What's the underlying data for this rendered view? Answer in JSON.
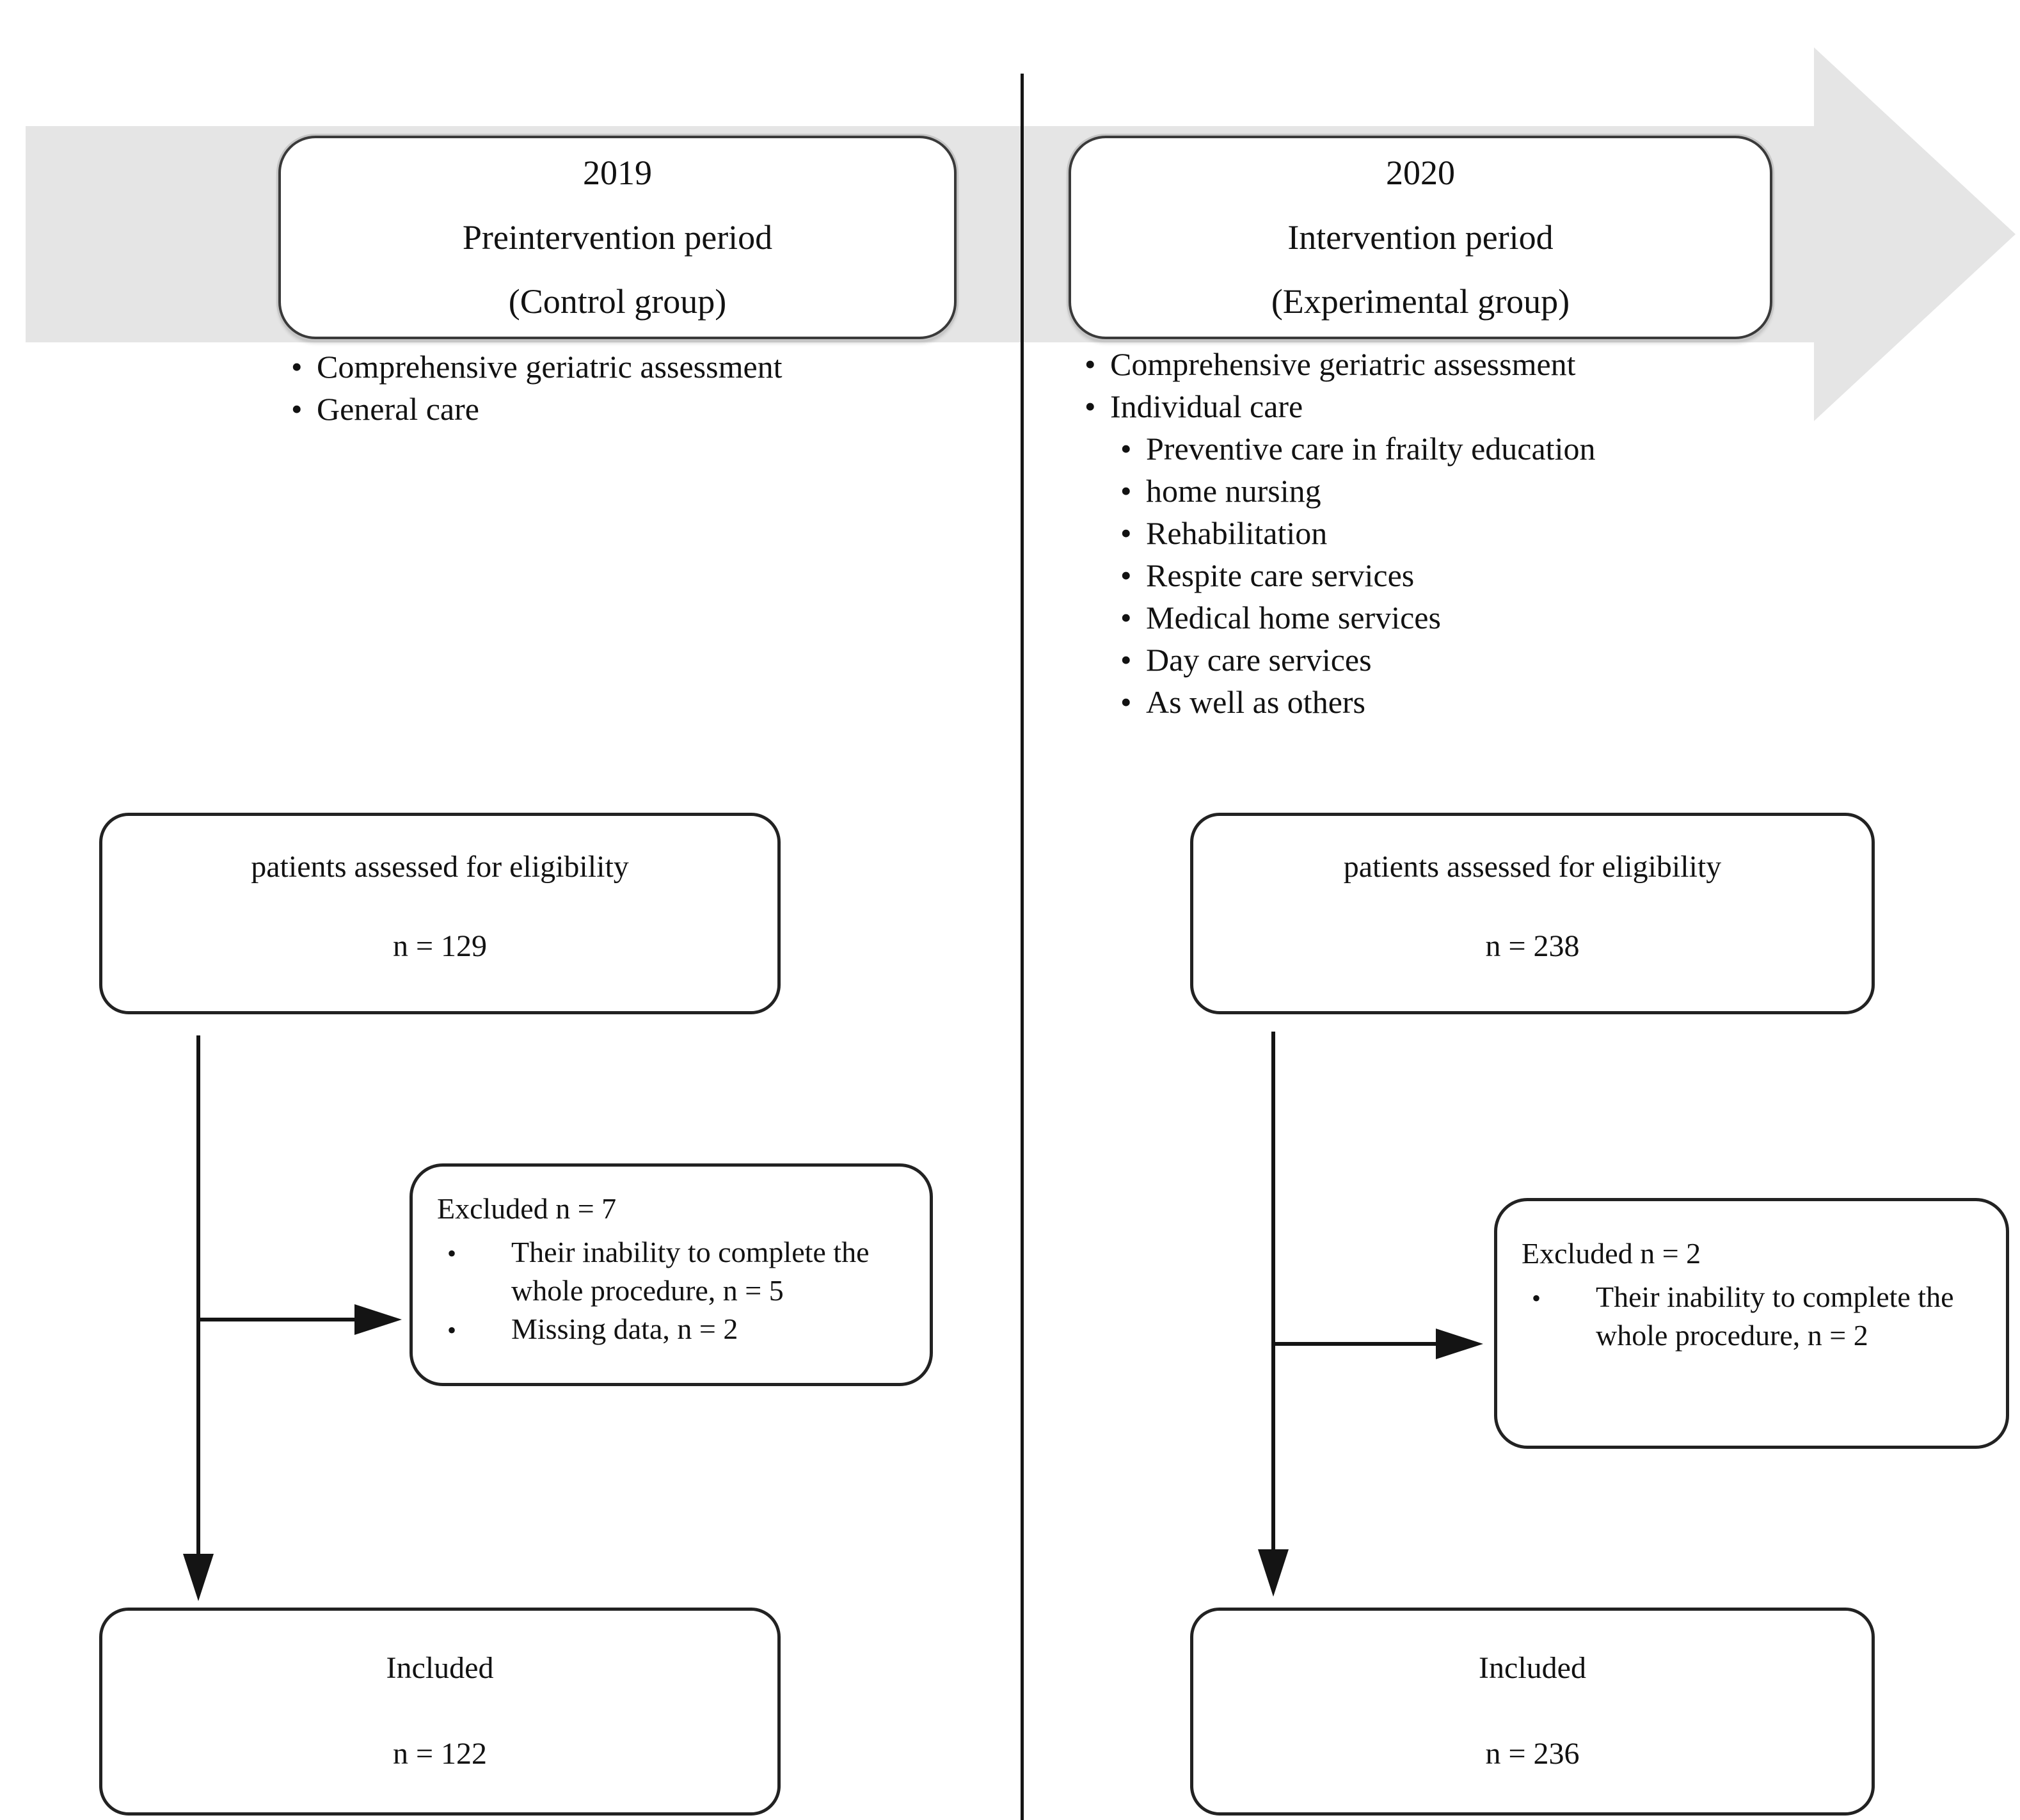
{
  "colors": {
    "band_fill": "#e5e5e5",
    "ink": "#121212",
    "box_border": "#222222"
  },
  "columns": [
    {
      "period_box": {
        "year": "2019",
        "period": "Preintervention period",
        "group": "(Control group)"
      },
      "care_items": [
        "Comprehensive geriatric assessment",
        "General care"
      ],
      "eligibility_box": {
        "title": "patients assessed for eligibility",
        "n_label": "n = 129"
      },
      "excluded_box": {
        "title": "Excluded n = 7",
        "items": [
          "Their inability to complete the whole procedure, n = 5",
          "Missing data, n = 2"
        ]
      },
      "included_box": {
        "title": "Included",
        "n_label": "n = 122"
      }
    },
    {
      "period_box": {
        "year": "2020",
        "period": "Intervention period",
        "group": "(Experimental group)"
      },
      "care_items": [
        "Comprehensive geriatric assessment",
        "Individual care",
        "Preventive care in frailty education",
        "home nursing",
        "Rehabilitation",
        "Respite care services",
        "Medical home services",
        "Day care services",
        "As well as others"
      ],
      "eligibility_box": {
        "title": "patients assessed for eligibility",
        "n_label": "n = 238"
      },
      "excluded_box": {
        "title": "Excluded n = 2",
        "items": [
          "Their inability to complete the whole procedure, n = 2"
        ]
      },
      "included_box": {
        "title": "Included",
        "n_label": "n = 236"
      }
    }
  ]
}
